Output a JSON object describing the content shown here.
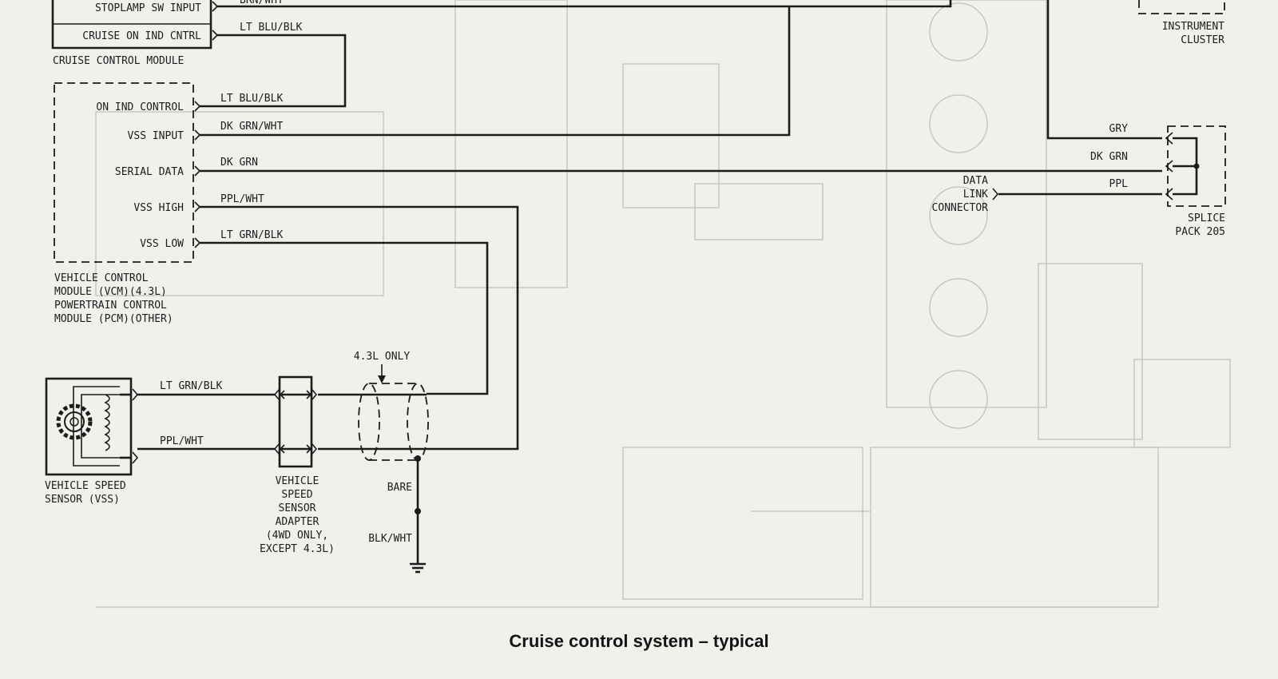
{
  "caption": "Cruise control system – typical",
  "cruise_module": {
    "title": "CRUISE CONTROL MODULE",
    "pins": [
      "STOPLAMP SW INPUT",
      "CRUISE ON IND CNTRL"
    ]
  },
  "vcm": {
    "title_lines": [
      "VEHICLE CONTROL",
      "MODULE (VCM)(4.3L)",
      "POWERTRAIN CONTROL",
      "MODULE (PCM)(OTHER)"
    ],
    "pins": [
      "ON IND CONTROL",
      "VSS INPUT",
      "SERIAL DATA",
      "VSS HIGH",
      "VSS LOW"
    ]
  },
  "wires": {
    "stoplamp": "BRN/WHT",
    "cruise_ind": "LT BLU/BLK",
    "on_ind": "LT BLU/BLK",
    "vss_input": "DK GRN/WHT",
    "serial": "DK GRN",
    "vss_high": "PPL/WHT",
    "vss_low": "LT GRN/BLK",
    "sensor_top": "LT GRN/BLK",
    "sensor_bottom": "PPL/WHT",
    "gry": "GRY",
    "dk_grn": "DK GRN",
    "ppl": "PPL",
    "bare": "BARE",
    "blk_wht": "BLK/WHT"
  },
  "instrument_cluster": [
    "INSTRUMENT",
    "CLUSTER"
  ],
  "splice_pack": [
    "SPLICE",
    "PACK 205"
  ],
  "data_link": [
    "DATA",
    "LINK",
    "CONNECTOR"
  ],
  "only_43": "4.3L ONLY",
  "vss_sensor": [
    "VEHICLE SPEED",
    "SENSOR (VSS)"
  ],
  "vss_adapter": [
    "VEHICLE",
    "SPEED",
    "SENSOR",
    "ADAPTER",
    "(4WD ONLY,",
    "EXCEPT 4.3L)"
  ]
}
